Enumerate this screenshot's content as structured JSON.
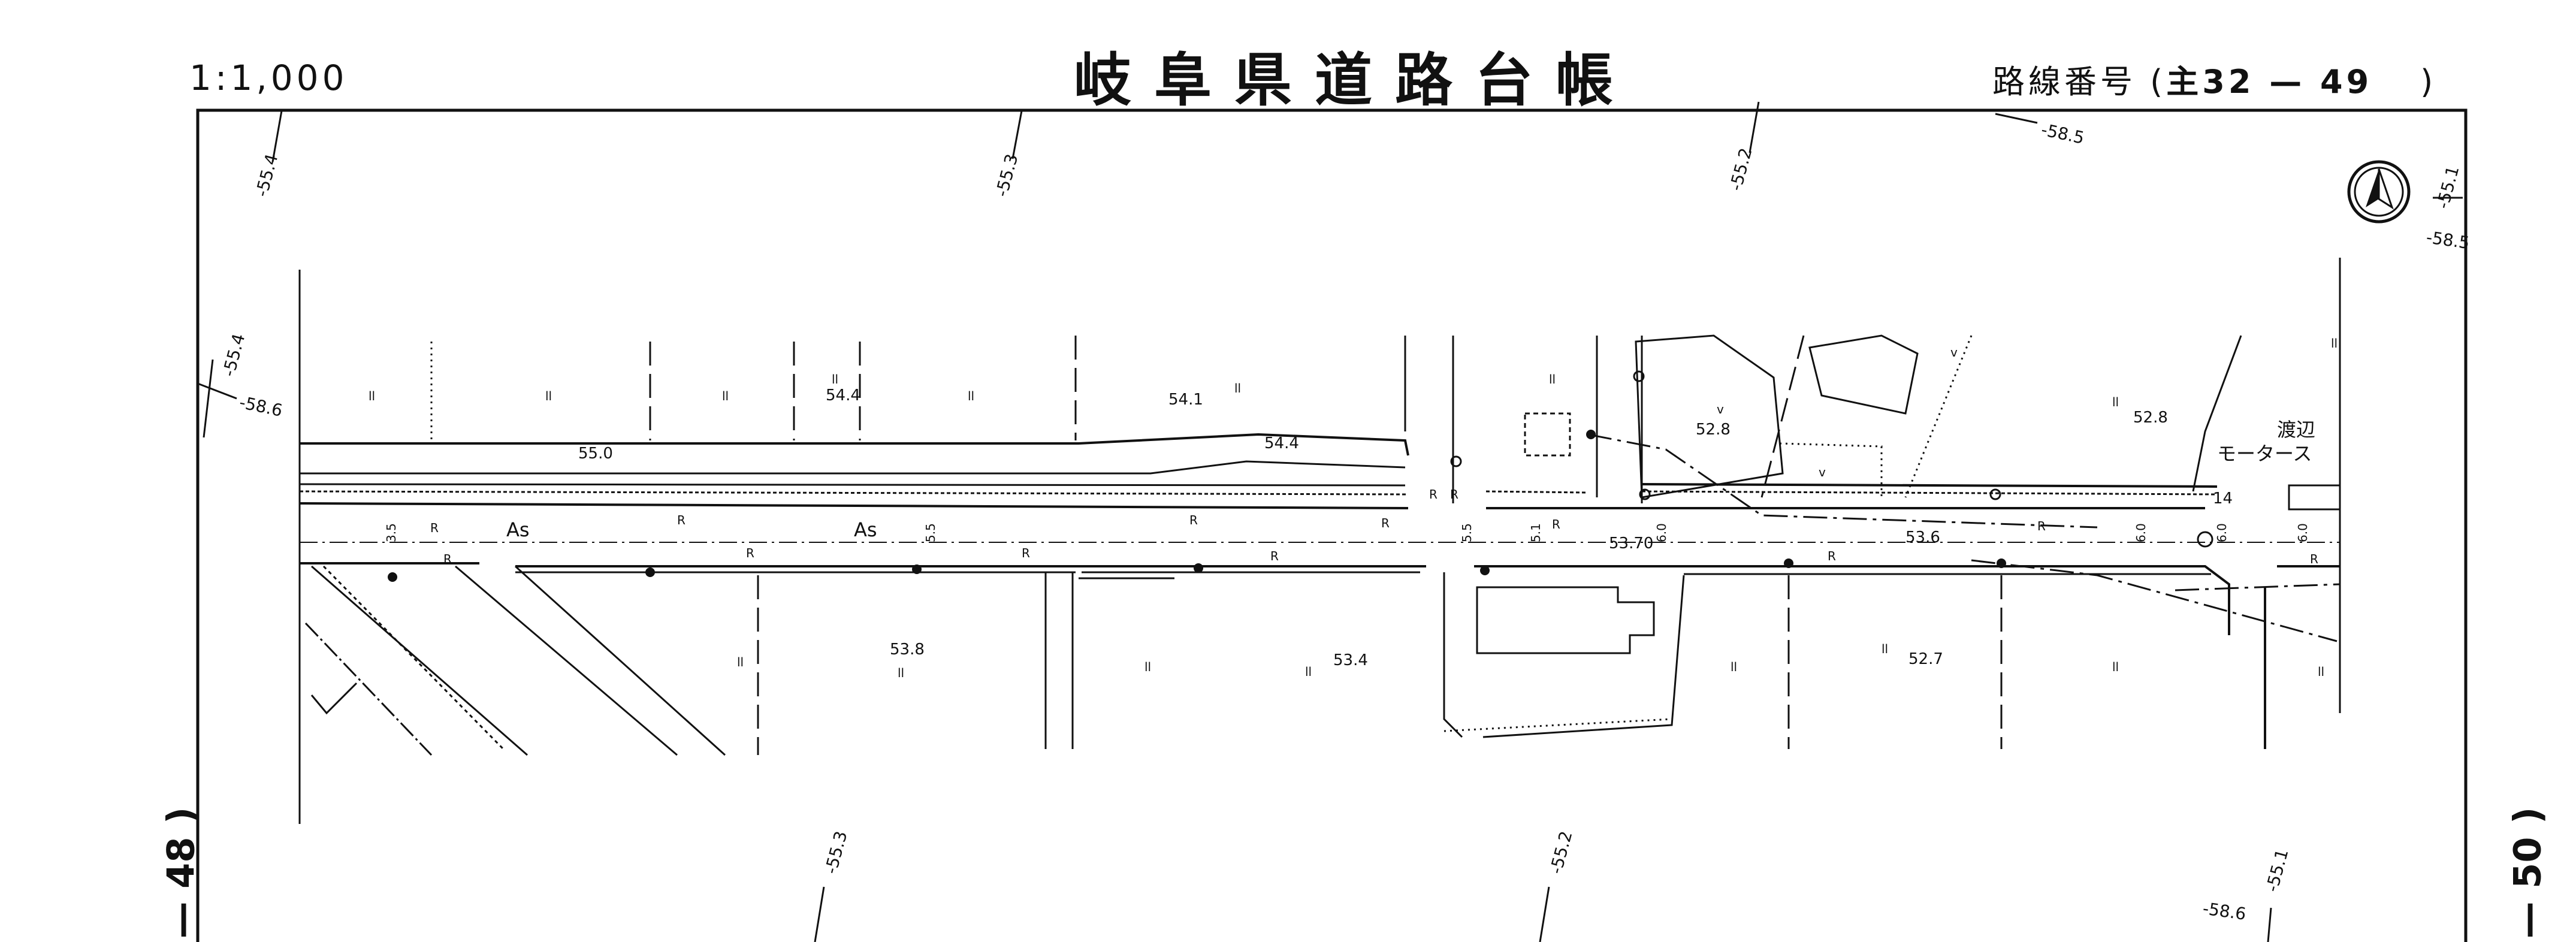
{
  "header": {
    "scale": "1:1,000",
    "title": "岐阜県道路台帳",
    "route_label": "路線番号",
    "route_open": "(",
    "route_number": "主32 — 49",
    "route_close": ")"
  },
  "sheet_refs": {
    "left_ref": "— 48 )",
    "right_ref": "— 50 )"
  },
  "contour_labels": [
    "-55.4",
    "-55.3",
    "-55.2",
    "-58.5",
    "-55.1",
    "-58.5",
    "-55.4",
    "-58.6",
    "-55.3",
    "-55.2",
    "-55.1",
    "-58.6"
  ],
  "spot_heights": [
    "55.0",
    "54.4",
    "54.1",
    "54.4",
    "52.8",
    "52.8",
    "53.8",
    "53.4",
    "52.7",
    "53.70",
    "53.6"
  ],
  "road_labels": {
    "pavement_1": "As",
    "pavement_2": "As",
    "kilometer_post": "14",
    "curb_marks": [
      "R",
      "R",
      "R",
      "R",
      "R",
      "R",
      "R",
      "R",
      "R",
      "R",
      "R",
      "R",
      "R",
      "R"
    ],
    "widths": [
      "3.5",
      "5.5",
      "5.5",
      "5.1",
      "6.0",
      "6.0",
      "6.0",
      "6.0"
    ]
  },
  "land_use_marks": [
    "ll",
    "ll",
    "ll",
    "ll",
    "ll",
    "ll",
    "ll",
    "ll",
    "ll",
    "ll",
    "ll",
    "ll",
    "ll",
    "ll",
    "ll",
    "ll",
    "ll",
    "v",
    "v",
    "v"
  ],
  "facility_name": {
    "line1": "渡辺",
    "line2": "モータース"
  },
  "north_arrow": "north-arrow"
}
